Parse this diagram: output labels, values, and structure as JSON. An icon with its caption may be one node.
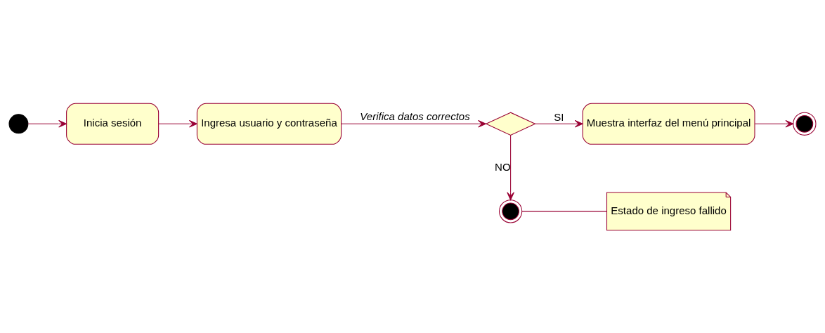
{
  "diagram": {
    "nodes": [
      {
        "text": [],
        "shape": "circle"
      },
      {
        "text": [
          "Inicia sesión"
        ]
      },
      {
        "text": [
          "Ingresa usuario y contraseña"
        ]
      },
      {
        "text": [],
        "shape": "diamond"
      },
      {
        "text": [
          "Muestra interfaz del menú principal"
        ]
      },
      {
        "text": [],
        "shape": "circle"
      },
      {
        "text": [],
        "shape": "circle"
      },
      {
        "text": [
          "Estado de ingreso fallido"
        ]
      }
    ],
    "edges": [
      {
        "from": 0,
        "to": 1,
        "arrow": "to"
      },
      {
        "from": 1,
        "to": 2,
        "arrow": "to"
      },
      {
        "from": 2,
        "to": 3,
        "arrow": "to",
        "label": "Verifica datos correctos"
      },
      {
        "from": 3,
        "to": 4,
        "arrow": "to",
        "label": "SI"
      },
      {
        "from": 4,
        "to": 5,
        "arrow": "to"
      },
      {
        "from": 3,
        "to": 6,
        "arrow": "to",
        "label": "NO"
      },
      {
        "from": 6,
        "to": 7,
        "arrow": "none"
      }
    ]
  }
}
